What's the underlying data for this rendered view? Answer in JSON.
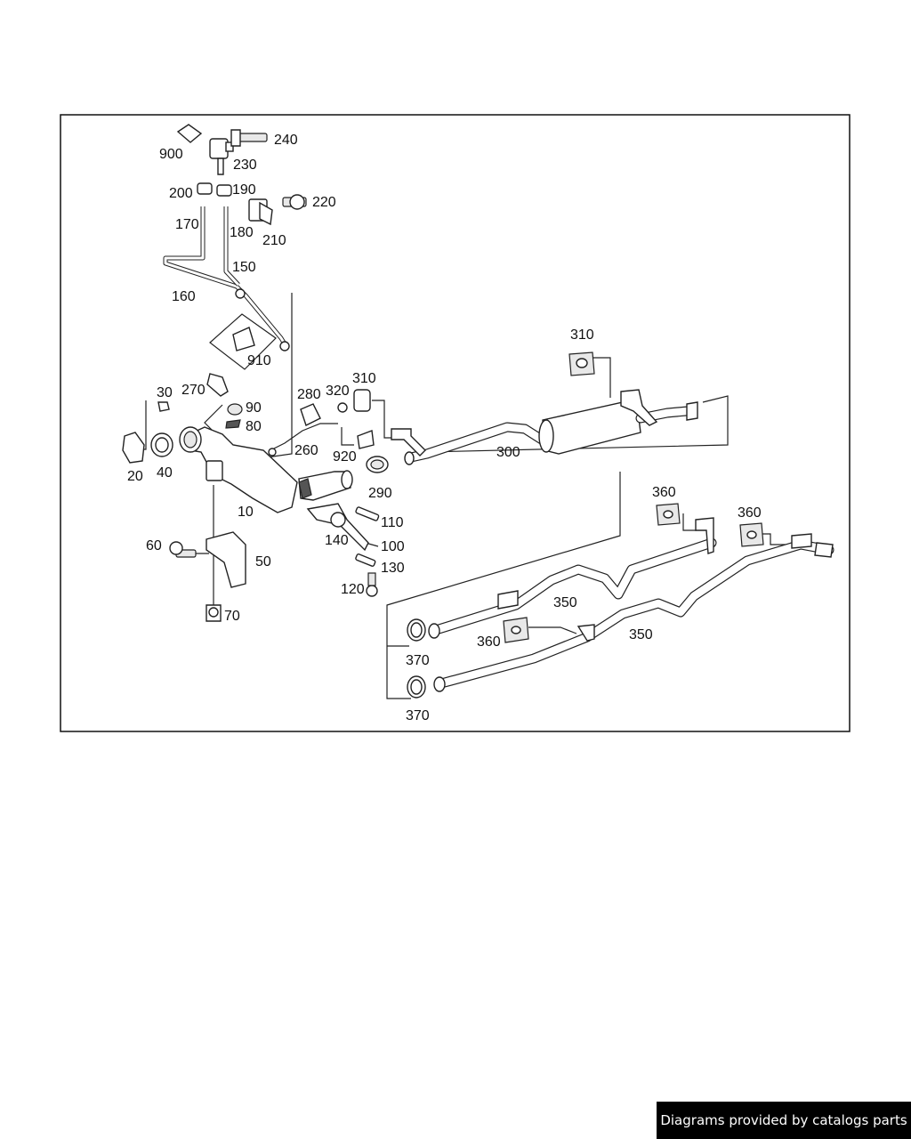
{
  "labels": {
    "l900": "900",
    "l240": "240",
    "l230": "230",
    "l200": "200",
    "l190": "190",
    "l220": "220",
    "l170": "170",
    "l180": "180",
    "l210": "210",
    "l150": "150",
    "l160": "160",
    "l910": "910",
    "l270": "270",
    "l30": "30",
    "l90": "90",
    "l80": "80",
    "l280": "280",
    "l320": "320",
    "l310a": "310",
    "l310b": "310",
    "l300": "300",
    "l20": "20",
    "l40": "40",
    "l260": "260",
    "l920": "920",
    "l290": "290",
    "l10": "10",
    "l110": "110",
    "l140": "140",
    "l100": "100",
    "l60": "60",
    "l50": "50",
    "l130": "130",
    "l120": "120",
    "l70": "70",
    "l360a": "360",
    "l360b": "360",
    "l360c": "360",
    "l350a": "350",
    "l350b": "350",
    "l370a": "370",
    "l370b": "370"
  },
  "footer": {
    "credit": "Diagrams provided by catalogs parts"
  }
}
